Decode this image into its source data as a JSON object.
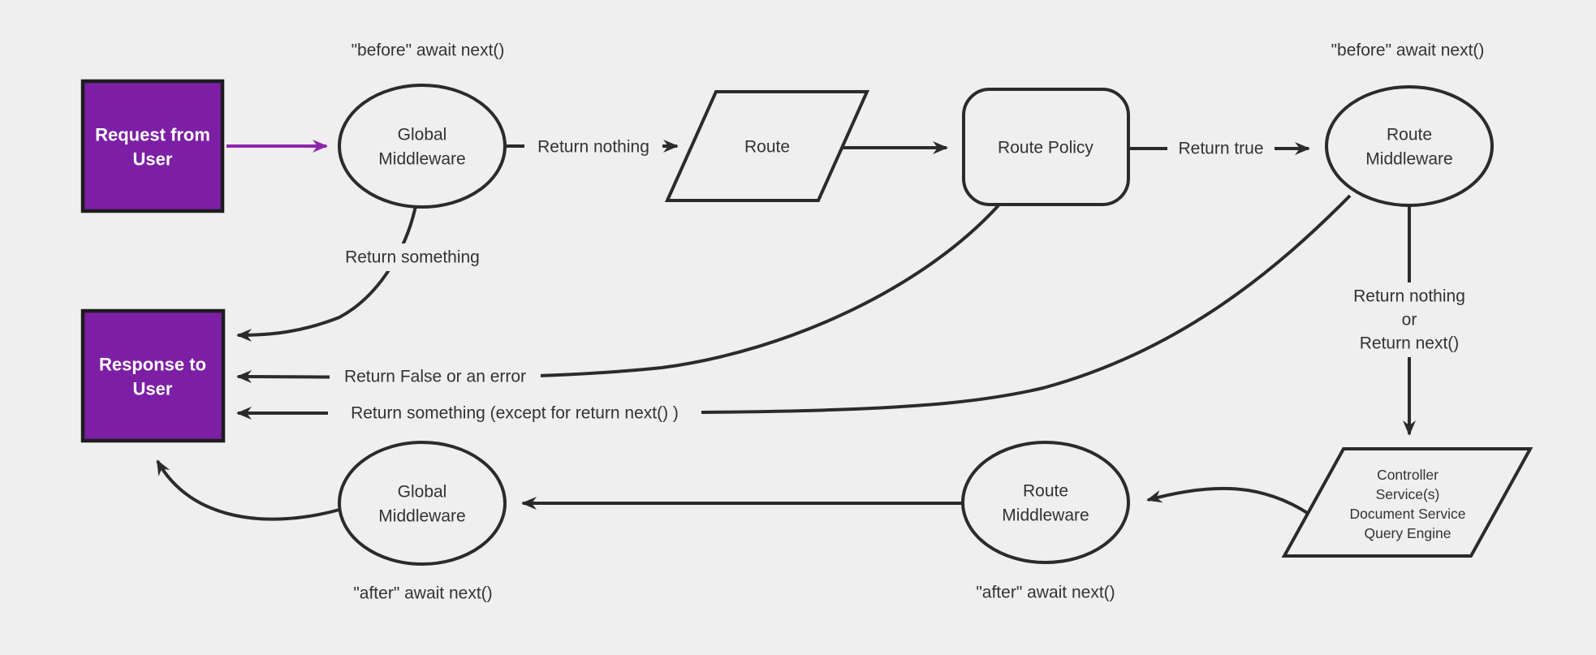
{
  "diagram": {
    "title": "Request and response lifecycle flowchart",
    "colors": {
      "background": "#efefef",
      "accent_fill": "#7d1fa4",
      "accent_arrow": "#8e24ae",
      "line": "#2b2b2b",
      "text": "#333333",
      "node_text_on_accent": "#ffffff"
    },
    "nodes": {
      "request": {
        "line1": "Request from",
        "line2": "User"
      },
      "global_mw_top": {
        "line1": "Global",
        "line2": "Middleware"
      },
      "route": {
        "label": "Route"
      },
      "route_policy": {
        "label": "Route Policy"
      },
      "route_mw_top": {
        "line1": "Route",
        "line2": "Middleware"
      },
      "controller": {
        "line1": "Controller",
        "line2": "Service(s)",
        "line3": "Document Service",
        "line4": "Query Engine"
      },
      "route_mw_bottom": {
        "line1": "Route",
        "line2": "Middleware"
      },
      "global_mw_bottom": {
        "line1": "Global",
        "line2": "Middleware"
      },
      "response": {
        "line1": "Response to",
        "line2": "User"
      }
    },
    "edge_labels": {
      "before_await_left": "\"before\" await next()",
      "before_await_right": "\"before\" await next()",
      "return_nothing_top": "Return nothing",
      "return_true": "Return true",
      "return_something": "Return something",
      "return_false": "Return False or an error",
      "return_something_except": "Return something (except for return next() )",
      "return_nothing_or_1": "Return nothing",
      "return_nothing_or_2": "or",
      "return_nothing_or_3": "Return next()",
      "after_await_left": "\"after\" await next()",
      "after_await_right": "\"after\" await next()"
    }
  }
}
